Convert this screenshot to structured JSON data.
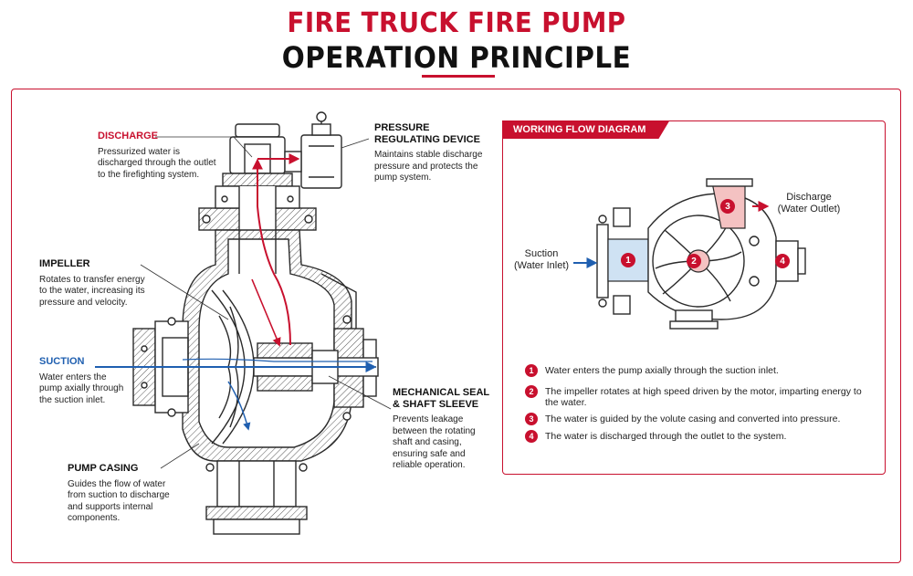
{
  "title": {
    "line1": "FIRE TRUCK FIRE PUMP",
    "line2": "OPERATION PRINCIPLE"
  },
  "colors": {
    "accent_red": "#c8102e",
    "flow_blue": "#1f5fb0",
    "inlet_fill": "#cfe2f3",
    "outlet_fill": "#f4c2c2"
  },
  "annotations": {
    "discharge": {
      "heading": "DISCHARGE",
      "body": "Pressurized water is discharged through the outlet to the firefighting system."
    },
    "pressure_regulating": {
      "heading": "PRESSURE REGULATING DEVICE",
      "body": "Maintains stable discharge pressure and protects the pump system."
    },
    "impeller": {
      "heading": "IMPELLER",
      "body": "Rotates to transfer energy to the water, increasing its pressure and velocity."
    },
    "suction": {
      "heading": "SUCTION",
      "body": "Water enters the pump axially through the suction inlet."
    },
    "mechanical_seal": {
      "heading": "MECHANICAL SEAL & SHAFT SLEEVE",
      "body": "Prevents leakage between the rotating shaft and casing, ensuring safe and reliable operation."
    },
    "pump_casing": {
      "heading": "PUMP CASING",
      "body": "Guides the flow of water from suction to discharge and supports internal components."
    }
  },
  "working_flow": {
    "title": "WORKING FLOW DIAGRAM",
    "suction_label": "Suction (Water Inlet)",
    "discharge_label": "Discharge (Water Outlet)",
    "markers": [
      "1",
      "2",
      "3",
      "4"
    ],
    "steps": [
      {
        "num": "1",
        "text": "Water enters the pump axially through the suction inlet."
      },
      {
        "num": "2",
        "text": "The impeller rotates at high speed driven by the motor, imparting energy to the water."
      },
      {
        "num": "3",
        "text": "The water is guided by the volute casing and converted into pressure."
      },
      {
        "num": "4",
        "text": "The water is discharged through the outlet to the system."
      }
    ]
  }
}
